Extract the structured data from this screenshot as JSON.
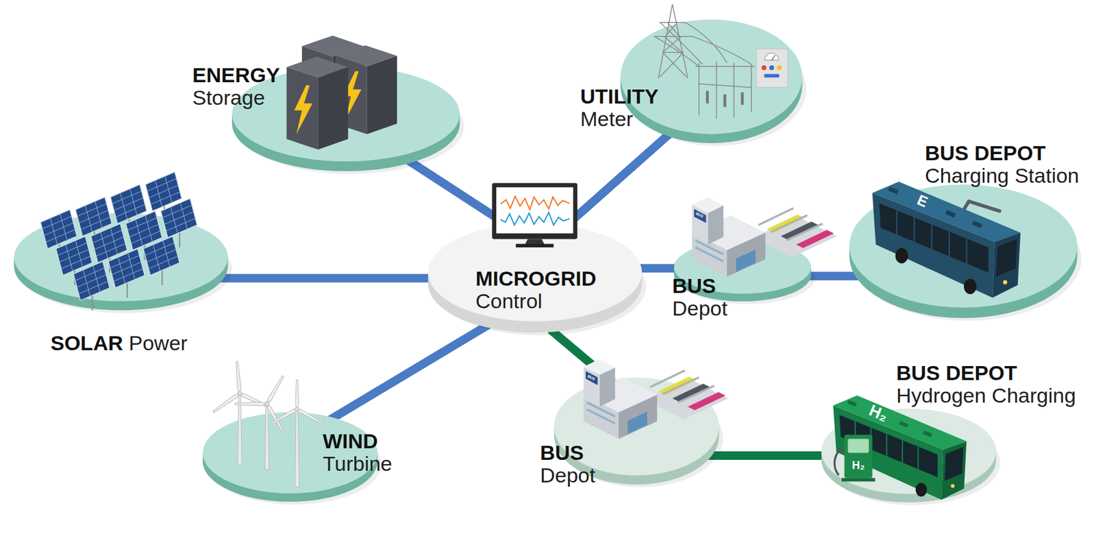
{
  "diagram": {
    "nodes": [
      {
        "text": [
          "ENERGY",
          "Storage"
        ]
      },
      {
        "text": [
          "UTILITY",
          "Meter"
        ]
      },
      {
        "text": [
          "BUS DEPOT",
          "Charging Station"
        ]
      },
      {
        "text": [
          "SOLAR",
          "Power"
        ]
      },
      {
        "text": [
          "MICROGRID",
          "Control"
        ]
      },
      {
        "text": [
          "BUS",
          "Depot"
        ]
      },
      {
        "text": [
          "BUS DEPOT",
          "Hydrogen Charging"
        ]
      },
      {
        "text": [
          "WIND",
          "Turbine"
        ]
      },
      {
        "text": [
          "BUS",
          "Depot"
        ]
      }
    ],
    "edges": [
      {
        "from": 4,
        "to": 0,
        "arrow": "none"
      },
      {
        "from": 4,
        "to": 1,
        "arrow": "none"
      },
      {
        "from": 4,
        "to": 3,
        "arrow": "none"
      },
      {
        "from": 4,
        "to": 7,
        "arrow": "none"
      },
      {
        "from": 4,
        "to": 5,
        "arrow": "none"
      },
      {
        "from": 5,
        "to": 2,
        "arrow": "none"
      },
      {
        "from": 4,
        "to": 8,
        "arrow": "none"
      },
      {
        "from": 8,
        "to": 6,
        "arrow": "none"
      }
    ],
    "labels": [
      "E",
      "BUS",
      "BUS",
      "H₂",
      "H₂"
    ]
  }
}
